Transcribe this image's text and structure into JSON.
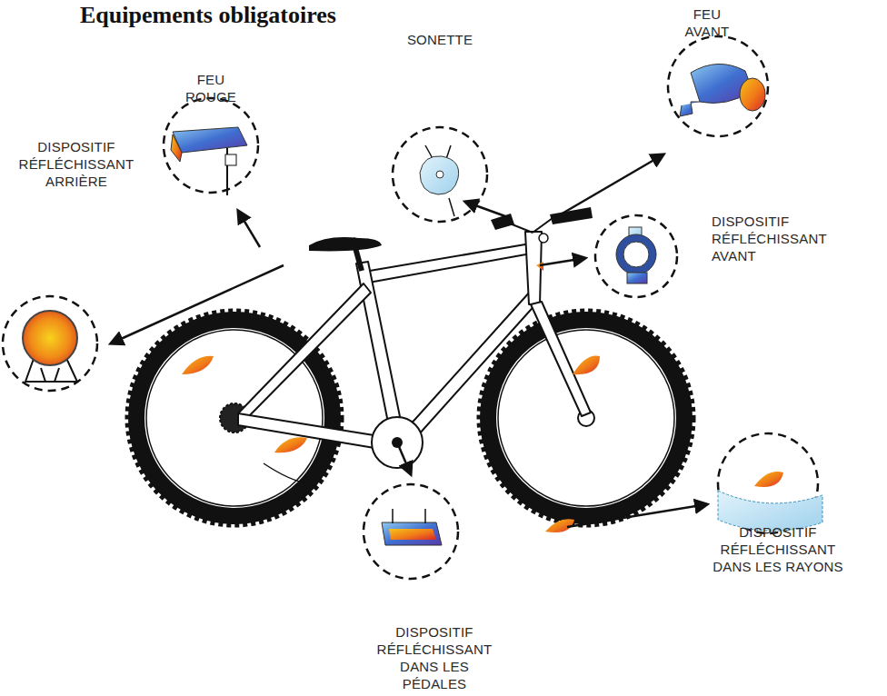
{
  "diagram": {
    "title": "Equipements obligatoires",
    "labels": [
      "FEU AVANT",
      "SONETTE",
      "FEU ROUGE",
      "DISPOSITIF RÉFLÉCHISSANT ARRIÈRE",
      "DISPOSITIF RÉFLÉCHISSANT AVANT",
      "DISPOSITIF RÉFLÉCHISSANT DANS LES RAYONS",
      "DISPOSITIF RÉFLÉCHISSANT DANS LES PÉDALES"
    ]
  }
}
